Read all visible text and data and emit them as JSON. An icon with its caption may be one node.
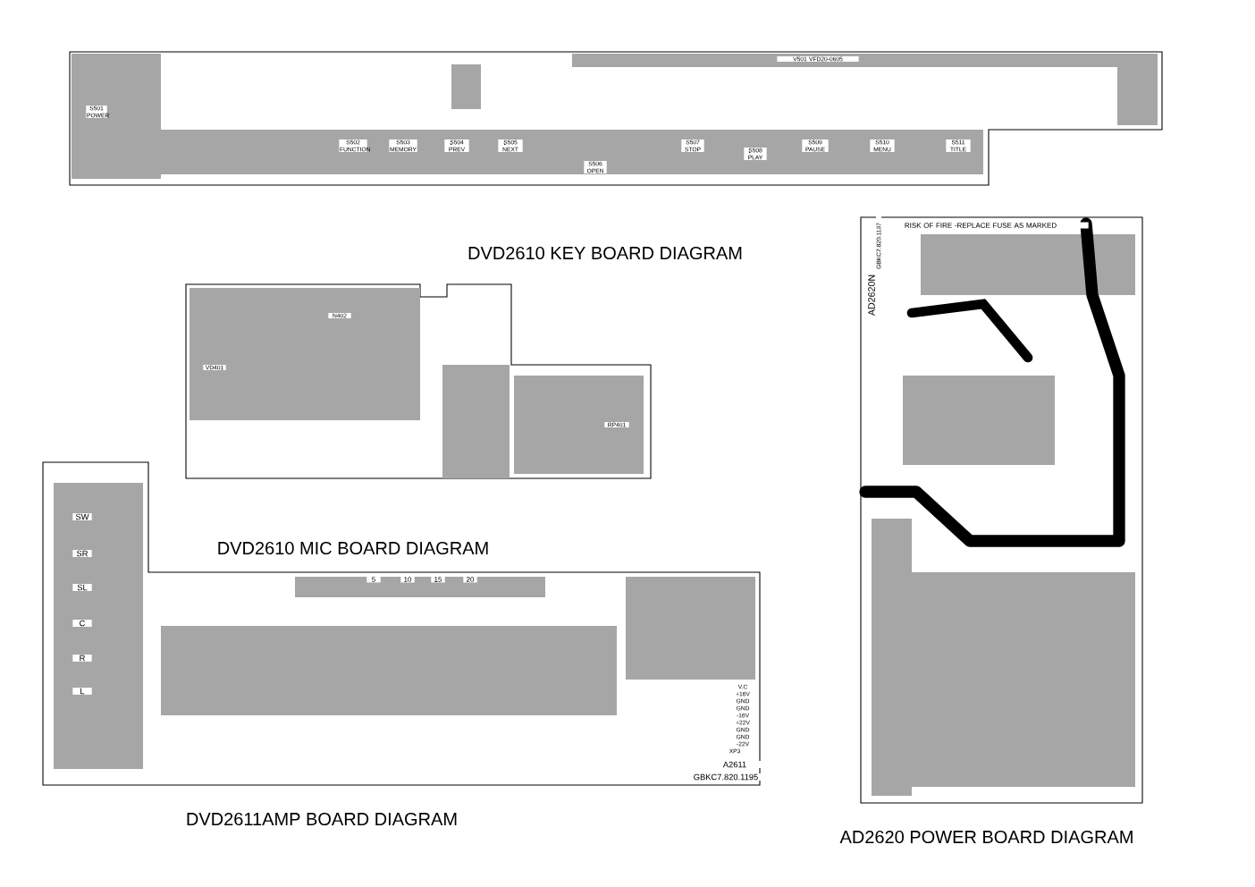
{
  "diagram": {
    "nodes": [
      {
        "text": [
          "V501 VFD20-0605",
          "S501 POWER",
          "S502 FUNCTION",
          "S503 MEMORY",
          "S504 PREV",
          "S505 NEXT",
          "S506 OPEN",
          "S507 STOP",
          "S508 PLAY",
          "S509 PAUSE",
          "S510 MENU",
          "S511 TITLE"
        ]
      },
      {
        "text": [
          "N402",
          "VD401",
          "RP401"
        ]
      },
      {
        "text": [
          "SW",
          "SR",
          "SL",
          "C",
          "R",
          "L",
          "5",
          "10",
          "15",
          "20",
          "V.C +16V GND GND -16V +22V GND GND -22V",
          "XP3",
          "A2611",
          "GBKC7.820.1195"
        ]
      },
      {
        "text": [
          "RISK OF FIRE -REPLACE FUSE AS MARKED",
          "AD2620N",
          "GBKC7.820.1197"
        ]
      }
    ],
    "labels": [
      "DVD2610 KEY BOARD DIAGRAM",
      "DVD2610 MIC BOARD DIAGRAM",
      "DVD2611AMP BOARD DIAGRAM",
      "AD2620 POWER BOARD DIAGRAM"
    ]
  }
}
